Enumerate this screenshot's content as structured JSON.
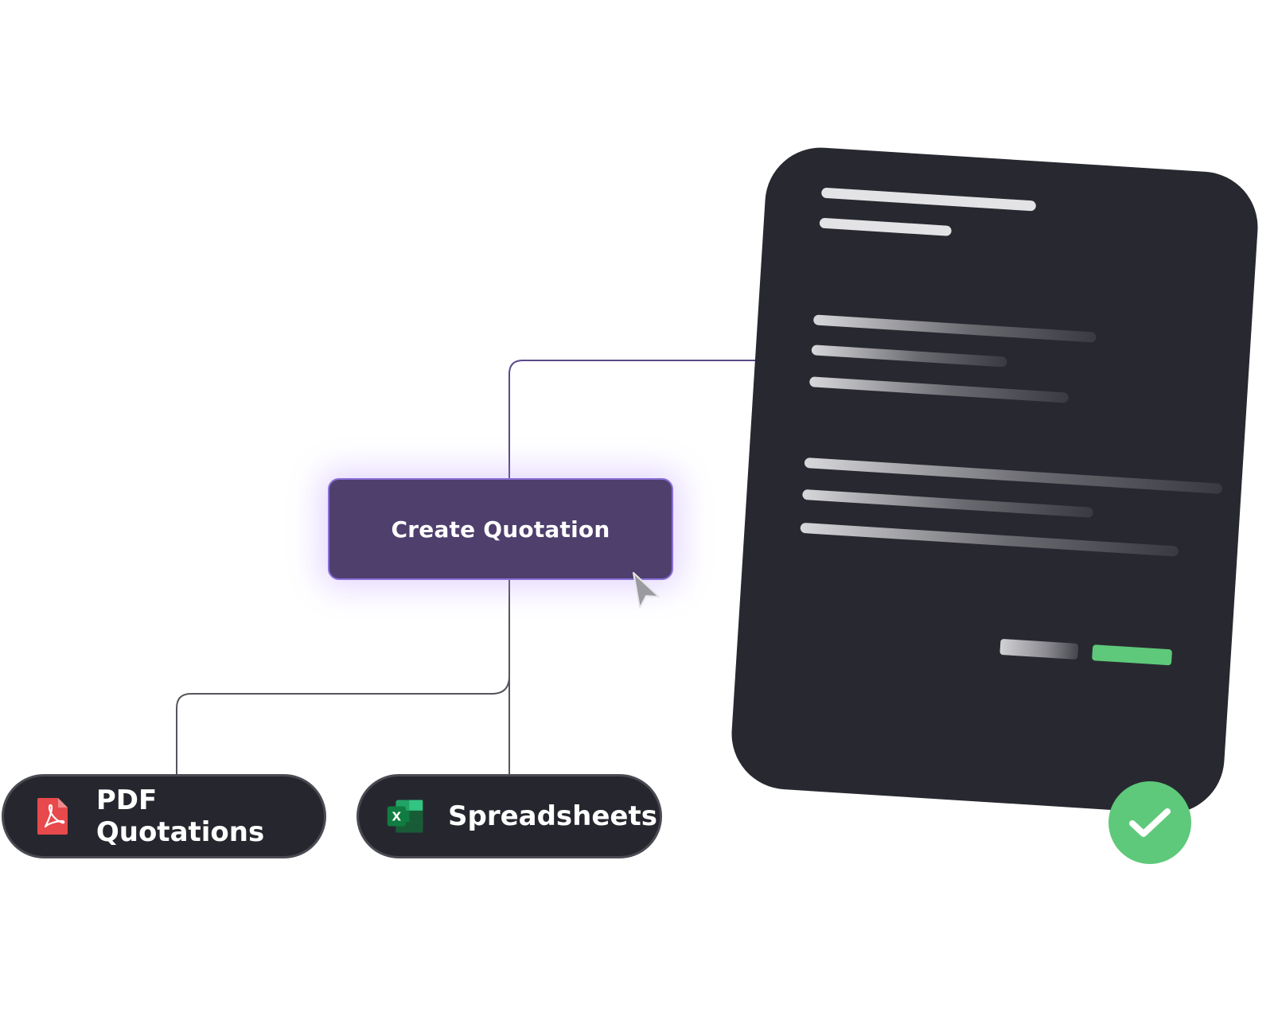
{
  "flow": {
    "main_action_label": "Create Quotation",
    "outputs": [
      {
        "label": "PDF Quotations",
        "icon": "pdf-icon"
      },
      {
        "label": "Spreadsheets",
        "icon": "excel-icon"
      }
    ],
    "excel_icon_letter": "X"
  },
  "colors": {
    "accent_purple": "#4e3f6d",
    "accent_border": "#8a6fd6",
    "pill_bg": "#26272e",
    "document_bg": "#282930",
    "success_green": "#5ec97a",
    "pdf_red": "#e8494c",
    "excel_green": "#1d7a45"
  },
  "document": {
    "status_icon": "checkmark-icon"
  }
}
